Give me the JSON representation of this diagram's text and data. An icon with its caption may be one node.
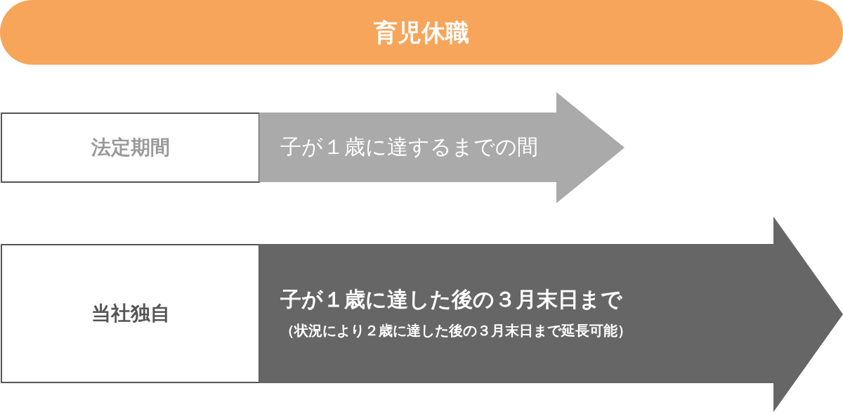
{
  "diagram": {
    "nodes": [
      {
        "text": [
          "育児休職"
        ]
      },
      {
        "text": [
          "法定期間"
        ]
      },
      {
        "text": [
          "子が１歳に達するまでの間"
        ]
      },
      {
        "text": [
          "当社独自"
        ]
      },
      {
        "text": [
          "子が１歳に達した後の３月末日まで",
          "（状況により２歳に達した後の３月末日まで延長可能）"
        ]
      }
    ]
  }
}
